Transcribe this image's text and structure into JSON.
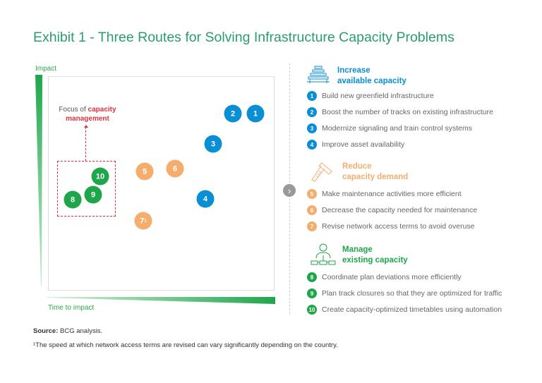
{
  "title": "Exhibit 1 - Three Routes for Solving Infrastructure Capacity Problems",
  "axes": {
    "y": "Impact",
    "x": "Time to impact"
  },
  "focus": {
    "prefix": "Focus of ",
    "highlight": "capacity",
    "line2": "management"
  },
  "bubbles": [
    "1",
    "2",
    "3",
    "4",
    "5",
    "6",
    "7",
    "8",
    "9",
    "10"
  ],
  "bubble7_sup": "1",
  "colors": {
    "blue": "#0a8fd4",
    "orange": "#f5ad6e",
    "green": "#1fa64b",
    "title": "#2a9d6f",
    "focus": "#e0323c"
  },
  "groups": [
    {
      "line1": "Increase",
      "line2": "available capacity",
      "icon": "stacked-rails-icon",
      "items": [
        "Build new greenfield infrastructure",
        "Boost the number of tracks on existing infrastructure",
        "Modernize signaling and train control systems",
        "Improve asset availability"
      ]
    },
    {
      "line1": "Reduce",
      "line2": "capacity demand",
      "icon": "wrench-bolt-icon",
      "items": [
        "Make maintenance activities more efficient",
        "Decrease the capacity needed for maintenance",
        "Revise network access terms to avoid overuse"
      ]
    },
    {
      "line1": "Manage",
      "line2": "existing capacity",
      "icon": "manager-flowchart-icon",
      "items": [
        "Coordinate plan deviations more efficiently",
        "Plan track closures so that they are optimized for traffic",
        "Create capacity-optimized timetables using automation"
      ]
    }
  ],
  "source": {
    "label": "Source:",
    "text": " BCG analysis."
  },
  "footnote": "¹The speed at which network access terms are revised can vary significantly depending on the country."
}
